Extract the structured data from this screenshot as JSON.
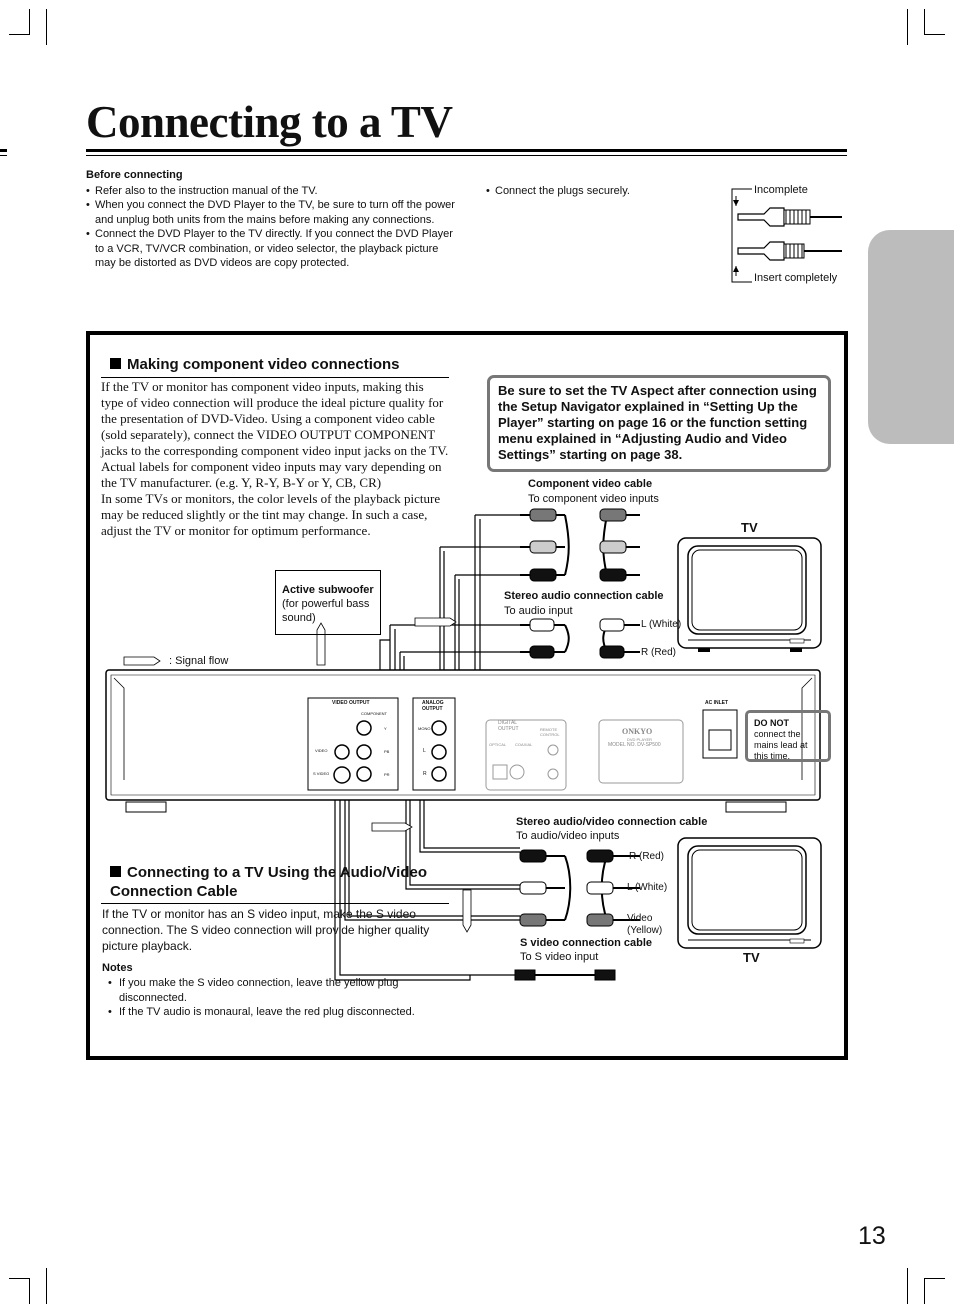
{
  "page": {
    "title": "Connecting to a TV",
    "page_number": "13"
  },
  "before_connecting": {
    "heading": "Before connecting",
    "bullets": [
      "Refer also to the instruction manual of the TV.",
      "When you connect the DVD Player to the TV, be sure to turn off the power and unplug both units from the mains before making any connections.",
      "Connect the DVD Player to the TV directly. If you connect the DVD Player to a VCR, TV/VCR combination, or video selector, the playback picture may be distorted as DVD videos are copy protected."
    ],
    "plug_tip": "Connect the plugs securely.",
    "incomplete": "Incomplete",
    "insert_completely": "Insert completely"
  },
  "component_section": {
    "heading": "Making component video connections",
    "paragraphs": [
      "If the TV or monitor has component video inputs, making this type of video connection will produce the ideal picture quality for the presentation of DVD-Video. Using a component video cable (sold separately), connect the VIDEO OUTPUT COMPONENT jacks to the corresponding component video input jacks on the TV.",
      "Actual labels for component video inputs may vary depending on the TV manufacturer. (e.g. Y, R-Y, B-Y or Y, CB, CR)",
      "In some TVs or monitors, the color levels of the playback picture may be reduced slightly or the tint may change. In such a case, adjust the TV or monitor for optimum performance."
    ],
    "notice": "Be sure to set the TV Aspect after connection using the Setup Navigator explained in “Setting Up the Player” starting on page 16 or the function setting menu explained in “Adjusting Audio and Video Settings” starting on page 38."
  },
  "diagram": {
    "component_cable": "Component video cable",
    "component_to": "To component video inputs",
    "tv_top": "TV",
    "stereo_cable": "Stereo audio connection cable",
    "stereo_to": "To audio input",
    "l_white": "L (White)",
    "r_red": "R (Red)",
    "sub_title": "Active subwoofer",
    "sub_desc": "(for powerful bass sound)",
    "signal_flow": ": Signal flow",
    "video_output": "VIDEO OUTPUT",
    "component": "COMPONENT",
    "video": "VIDEO",
    "s_video": "S VIDEO",
    "y": "Y",
    "pb": "PB",
    "pr": "PR",
    "analog_output": "ANALOG OUTPUT",
    "mono": "MONO",
    "l": "L",
    "r": "R",
    "digital_output": "DIGITAL OUTPUT",
    "optical": "OPTICAL",
    "coaxial": "COAXIAL",
    "remote": "REMOTE CONTROL",
    "brand": "ONKYO",
    "dvd_player": "DVD PLAYER",
    "model": "MODEL NO. DV-SP500",
    "ac_inlet": "AC INLET",
    "do_not": "DO NOT",
    "do_not_rest": " connect the mains lead at this time.",
    "av_cable": "Stereo audio/video connection cable",
    "av_to": "To audio/video inputs",
    "r_red2": "R (Red)",
    "l_white2": "L (White)",
    "video_yellow": "Video (Yellow)",
    "s_cable": "S video connection cable",
    "s_to": "To S video input",
    "tv_bottom": "TV"
  },
  "av_section": {
    "heading": "Connecting to a TV Using the Audio/Video Connection Cable",
    "paragraph": "If the TV or monitor has an S video input, make the S video connection. The S video connection will provide higher quality picture playback.",
    "notes_heading": "Notes",
    "notes": [
      "If you make the S video connection, leave the yellow plug disconnected.",
      "If the TV audio is monaural, leave the red plug disconnected."
    ]
  }
}
